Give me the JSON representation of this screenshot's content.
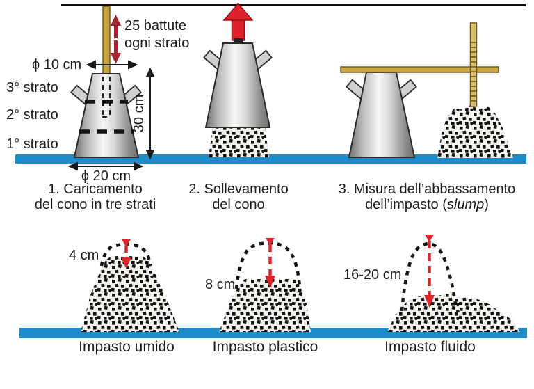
{
  "colors": {
    "ground_blue": "#1e8cc9",
    "lift_arrow_red": "#dd2329",
    "slump_arrow_red": "#d9252c",
    "tamping_arrow_red": "#a2242c",
    "wood_gold": "#c9a440",
    "cone_gray": "#b5b5b5",
    "text_black": "#1c1c1c"
  },
  "panel1": {
    "tamping_note": {
      "line1": "25 battute",
      "line2": "ogni strato"
    },
    "top_diameter_label": "ϕ 10 cm",
    "layers": {
      "third": "3° strato",
      "second": "2° strato",
      "first": "1° strato"
    },
    "height_label": "30 cm",
    "bottom_diameter_label": "ϕ 20 cm",
    "caption": {
      "line1": "1. Caricamento",
      "line2": "del cono in tre strati"
    }
  },
  "panel2": {
    "caption": {
      "line1": "2. Sollevamento",
      "line2": "del cono"
    }
  },
  "panel3": {
    "caption": {
      "line1": "3. Misura dell’abbassamento",
      "line2_prefix": "dell’impasto (",
      "line2_italic": "slump",
      "line2_suffix": ")"
    }
  },
  "results": [
    {
      "measure": "4 cm",
      "label": "Impasto umido"
    },
    {
      "measure": "8 cm",
      "label": "Impasto plastico"
    },
    {
      "measure": "16-20 cm",
      "label": "Impasto fluido"
    }
  ]
}
